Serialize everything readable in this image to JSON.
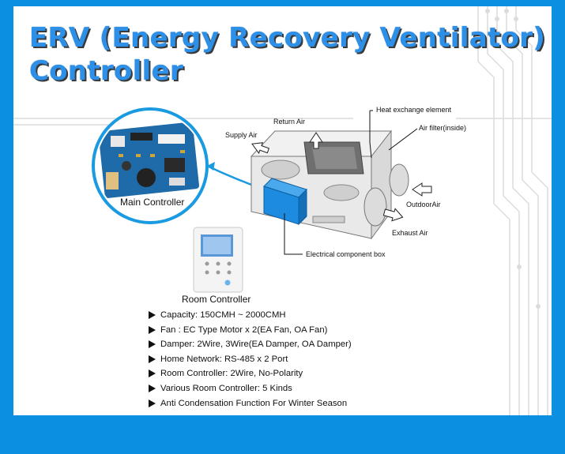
{
  "title": {
    "line1": "ERV (Energy Recovery Ventilator)",
    "line2": "Controller"
  },
  "controllers": {
    "main": "Main Controller",
    "room": "Room Controller"
  },
  "unit_labels": {
    "heat_exchange": "Heat exchange element",
    "return_air": "Return Air",
    "supply_air": "Supply Air",
    "air_filter": "Air filter(inside)",
    "outdoor_air": "OutdoorAir",
    "exhaust_air": "Exhaust Air",
    "electrical_box": "Electrical component box"
  },
  "features": [
    "Capacity:  150CMH ~ 2000CMH",
    "Fan : EC Type Motor x 2(EA Fan, OA Fan)",
    "Damper: 2Wire, 3Wire(EA Damper, OA Damper)",
    "Home Network: RS-485 x 2 Port",
    "Room Controller: 2Wire, No-Polarity",
    "Various Room Controller: 5 Kinds",
    "Anti Condensation Function For Winter Season"
  ],
  "colors": {
    "background": "#0b8fe0",
    "title": "#2c8fe8",
    "electrical_box": "#1d8be0",
    "pcb": "#1f6aa8"
  }
}
